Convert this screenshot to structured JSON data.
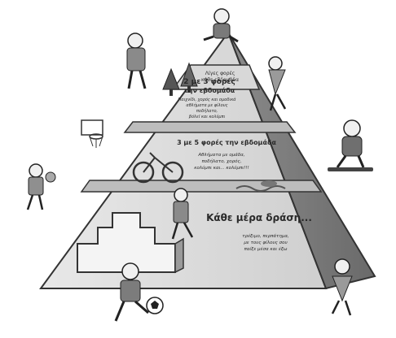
{
  "pyramid": {
    "tier_top": {
      "label_line1": "Λίγες φορές",
      "label_line2": "κάθε εβδομάδα"
    },
    "tier_2": {
      "heading_line1": "2 με 3 φορές",
      "heading_line2": "την εβδομάδα",
      "desc_line1": "Παιχνίδι, χορός και ομαδικά",
      "desc_line2": "αθλήματα με φίλους",
      "desc_line3": "ποδήλατο,",
      "desc_line4": "βόλεϊ και κολύμπι"
    },
    "tier_3": {
      "heading": "3 με 5 φορές την εβδομάδα",
      "desc_line1": "Αθλήματα με ομάδα,",
      "desc_line2": "ποδήλατο, χορός,",
      "desc_line3": "κολύμπι και... κολύμπι!!!"
    },
    "tier_base": {
      "heading": "Κάθε μέρα δράση...",
      "desc_line1": "τρέξιμο, περπάτημα,",
      "desc_line2": "με τους φίλους σου",
      "desc_line3": "παίξε μέσα και έξω"
    }
  }
}
